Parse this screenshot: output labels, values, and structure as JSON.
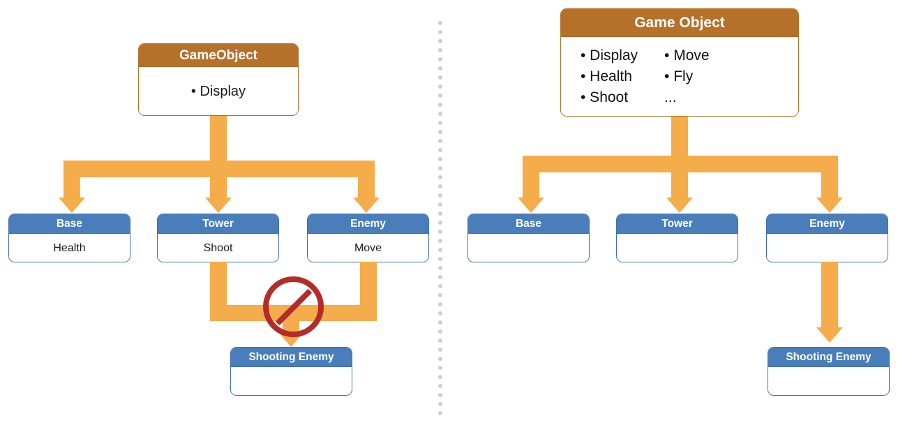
{
  "diagram": {
    "title_semantic": "inheritance-vs-composition-comparison",
    "colors": {
      "arrow_orange": "#F5AC4B",
      "node_header_blue": "#4A7EBB",
      "node_border_blue": "#3F6FAE",
      "node_header_brown": "#B5702A",
      "prohibition_red": "#B52B28",
      "divider_gray": "#CFCFCF",
      "background": "#FFFFFF"
    },
    "divider": {
      "style": "vertical-dotted-line",
      "dot_count": 44
    }
  },
  "left": {
    "root": {
      "title": "GameObject",
      "body": "• Display"
    },
    "children": [
      {
        "title": "Base",
        "body": "Health"
      },
      {
        "title": "Tower",
        "body": "Shoot"
      },
      {
        "title": "Enemy",
        "body": "Move"
      }
    ],
    "leaf": {
      "title": "Shooting Enemy",
      "body": ""
    },
    "blocked_marker": {
      "icon": "prohibition-icon",
      "meaning": "multiple-inheritance-not-allowed"
    }
  },
  "right": {
    "root": {
      "title": "Game Object",
      "bullets_col1": [
        "• Display",
        "• Health",
        "• Shoot"
      ],
      "bullets_col2": [
        "• Move",
        "• Fly",
        "..."
      ]
    },
    "children": [
      {
        "title": "Base",
        "body": ""
      },
      {
        "title": "Tower",
        "body": ""
      },
      {
        "title": "Enemy",
        "body": ""
      }
    ],
    "leaf": {
      "title": "Shooting Enemy",
      "body": ""
    }
  }
}
